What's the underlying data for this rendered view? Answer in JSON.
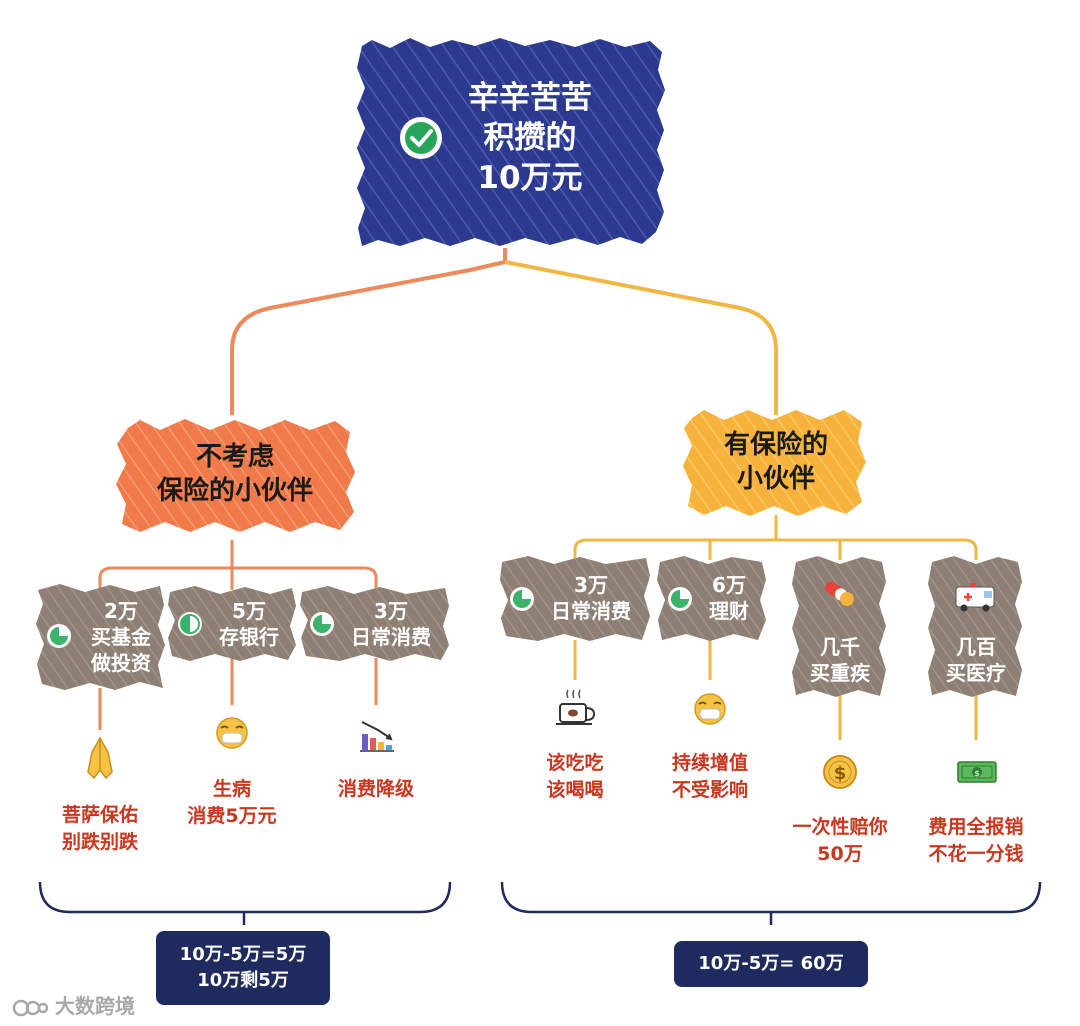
{
  "colors": {
    "root": "#2b3a8f",
    "left_branch": "#f07a4a",
    "right_branch": "#f6b23a",
    "leaf": "#8d7f74",
    "outcome_text": "#c8371f",
    "summary_bg": "#1f2a5e",
    "connector_left": "#ec8a5c",
    "connector_right": "#f0b843"
  },
  "root": {
    "lines": [
      "辛辛苦苦",
      "积攒的",
      "10万元"
    ],
    "icon": "check-circle-icon"
  },
  "left": {
    "title_lines": [
      "不考虑",
      "保险的小伙伴"
    ],
    "leaves": [
      {
        "lines": [
          "2万",
          "买基金",
          "做投资"
        ],
        "icon": "pie-quarter-icon",
        "outcome_icon": "praying-hands-icon",
        "outcome_lines": [
          "菩萨保佑",
          "别跌别跌"
        ]
      },
      {
        "lines": [
          "5万",
          "存银行"
        ],
        "icon": "pie-half-icon",
        "outcome_icon": "mask-face-icon",
        "outcome_lines": [
          "生病",
          "消费5万元"
        ]
      },
      {
        "lines": [
          "3万",
          "日常消费"
        ],
        "icon": "pie-quarter-icon",
        "outcome_icon": "declining-chart-icon",
        "outcome_lines": [
          "消费降级"
        ]
      }
    ],
    "summary_lines": [
      "10万-5万=5万",
      "10万剩5万"
    ]
  },
  "right": {
    "title_lines": [
      "有保险的",
      "小伙伴"
    ],
    "leaves": [
      {
        "lines": [
          "3万",
          "日常消费"
        ],
        "icon": "pie-quarter-icon",
        "outcome_icon": "coffee-cup-icon",
        "outcome_lines": [
          "该吃吃",
          "该喝喝"
        ]
      },
      {
        "lines": [
          "6万",
          "理财"
        ],
        "icon": "pie-quarter-icon",
        "outcome_icon": "mask-face-icon",
        "outcome_lines": [
          "持续增值",
          "不受影响"
        ]
      },
      {
        "lines": [
          "几千",
          "买重疾"
        ],
        "icon": "pills-icon",
        "outcome_icon": "dollar-coin-icon",
        "outcome_lines": [
          "一次性赔你",
          "50万"
        ]
      },
      {
        "lines": [
          "几百",
          "买医疗"
        ],
        "icon": "ambulance-icon",
        "outcome_icon": "cash-icon",
        "outcome_lines": [
          "费用全报销",
          "不花一分钱"
        ]
      }
    ],
    "summary_lines": [
      "10万-5万= 60万"
    ]
  },
  "watermark": "大数跨境"
}
